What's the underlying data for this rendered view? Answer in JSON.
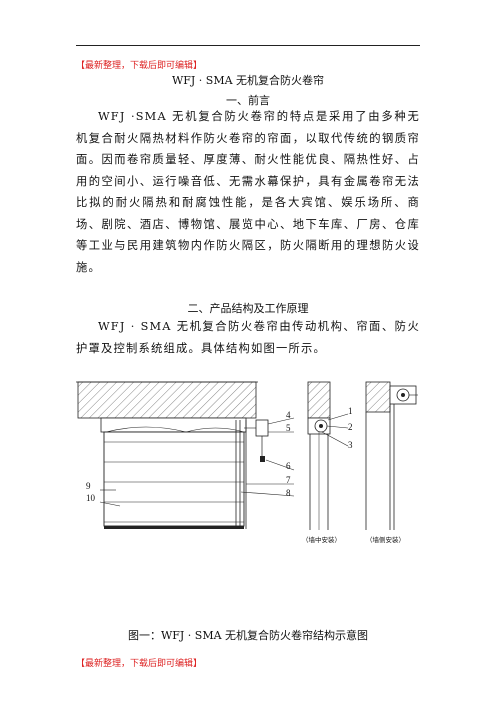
{
  "header_note": "【最新整理，下载后即可编辑】",
  "doc_title": "WFJ · SMA 无机复合防火卷帘",
  "section1_heading": "一、前言",
  "section1_body": "WFJ ·SMA 无机复合防火卷帘的特点是采用了由多种无机复合耐火隔热材料作防火卷帘的帘面，以取代传统的钢质帘面。因而卷帘质量轻、厚度薄、耐火性能优良、隔热性好、占用的空间小、运行噪音低、无需水幕保护，具有金属卷帘无法比拟的耐火隔热和耐腐蚀性能，是各大宾馆、娱乐场所、商场、剧院、酒店、博物馆、展览中心、地下车库、厂房、仓库等工业与民用建筑物内作防火隔区，防火隔断用的理想防火设施。",
  "section2_heading": "二、产品结构及工作原理",
  "section2_body": "WFJ · SMA 无机复合防火卷帘由传动机构、帘面、防火护罩及控制系统组成。具体结构如图一所示。",
  "figure": {
    "labels_left": [
      "4",
      "5",
      "6",
      "7",
      "8",
      "9",
      "10"
    ],
    "labels_mid": [
      "1",
      "2",
      "3"
    ],
    "caption_mid": "（墙中安装）",
    "caption_right": "（墙侧安装）"
  },
  "figure_caption": "图一：WFJ · SMA 无机复合防火卷帘结构示意图",
  "footer_note": "【最新整理，下载后即可编辑】"
}
